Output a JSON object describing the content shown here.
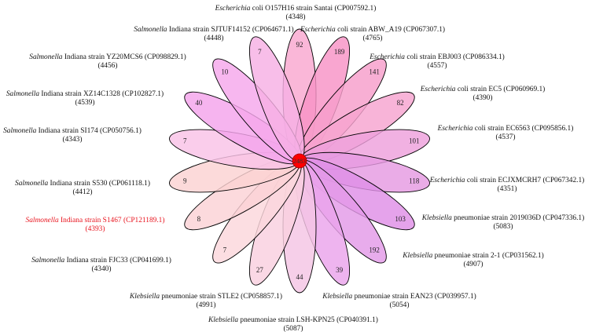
{
  "core": {
    "value": "2483",
    "color": "#ff0000"
  },
  "petals": [
    {
      "genus": "Escherichia",
      "rest": " coli O157H16 strain Santai",
      "accession": "(CP007592.1)",
      "genes": "(4348)",
      "unique": "92",
      "color": "#f9a7cf",
      "highlight": false
    },
    {
      "genus": "Escherichia",
      "rest": " coli strain ABW_A19",
      "accession": "(CP067307.1)",
      "genes": "(4765)",
      "unique": "189",
      "color": "#f892c6",
      "highlight": false
    },
    {
      "genus": "Escherichia",
      "rest": " coli strain EBJ003",
      "accession": "(CP086334.1)",
      "genes": "(4557)",
      "unique": "141",
      "color": "#f79dca",
      "highlight": false
    },
    {
      "genus": "Escherichia",
      "rest": " coli strain EC5",
      "accession": "(CP060969.1)",
      "genes": "(4390)",
      "unique": "82",
      "color": "#f6a4cf",
      "highlight": false
    },
    {
      "genus": "Escherichia",
      "rest": " coli strain EC6563",
      "accession": "(CP095856.1)",
      "genes": "(4537)",
      "unique": "101",
      "color": "#eea0dc",
      "highlight": false
    },
    {
      "genus": "Escherichia",
      "rest": " coli strain ECJXMCRH7",
      "accession": "(CP067342.1)",
      "genes": "(4351)",
      "unique": "118",
      "color": "#e59ae2",
      "highlight": false
    },
    {
      "genus": "Klebsiella",
      "rest": " pneumoniae strain 2019036D",
      "accession": "(CP047336.1)",
      "genes": "(5083)",
      "unique": "103",
      "color": "#df8fe6",
      "highlight": false
    },
    {
      "genus": "Klebsiella",
      "rest": " pneumoniae strain 2-1",
      "accession": "(CP031562.1)",
      "genes": "(4907)",
      "unique": "192",
      "color": "#e39ae8",
      "highlight": false
    },
    {
      "genus": "Klebsiella",
      "rest": " pneumoniae strain EAN23",
      "accession": "(CP039957.1)",
      "genes": "(5054)",
      "unique": "39",
      "color": "#eaa4ec",
      "highlight": false
    },
    {
      "genus": "Klebsiella",
      "rest": " pneumoniae strain LSH-KPN25",
      "accession": "(CP040391.1)",
      "genes": "(5087)",
      "unique": "44",
      "color": "#f4c4e4",
      "highlight": false
    },
    {
      "genus": "Klebsiella",
      "rest": " pneumoniae strain STLE2",
      "accession": "(CP058857.1)",
      "genes": "(4991)",
      "unique": "27",
      "color": "#f9cfdf",
      "highlight": false
    },
    {
      "genus": "Salmonella",
      "rest": " Indiana strain FJC33",
      "accession": "(CP041699.1)",
      "genes": "(4340)",
      "unique": "7",
      "color": "#fbd7dc",
      "highlight": false
    },
    {
      "genus": "Salmonella",
      "rest": " Indiana strain S1467",
      "accession": "(CP121189.1)",
      "genes": "(4393)",
      "unique": "8",
      "color": "#fbd2d6",
      "highlight": true
    },
    {
      "genus": "Salmonella",
      "rest": " Indiana strain S530",
      "accession": "(CP061118.1)",
      "genes": "(4412)",
      "unique": "9",
      "color": "#fbd2d2",
      "highlight": false
    },
    {
      "genus": "Salmonella",
      "rest": " Indiana strain SI174",
      "accession": "(CP050756.1)",
      "genes": "(4343)",
      "unique": "7",
      "color": "#f9c2e6",
      "highlight": false
    },
    {
      "genus": "Salmonella",
      "rest": " Indiana strain XZ14C1328",
      "accession": "(CP102827.1)",
      "genes": "(4539)",
      "unique": "40",
      "color": "#f4a3ec",
      "highlight": false
    },
    {
      "genus": "Salmonella",
      "rest": " Indiana strain YZ20MCS6",
      "accession": "(CP098829.1)",
      "genes": "(4456)",
      "unique": "10",
      "color": "#f5a7ec",
      "highlight": false
    },
    {
      "genus": "Salmonella",
      "rest": " Indiana strain SJTUF14152",
      "accession": "(CP064671.1)",
      "genes": "(4448)",
      "unique": "7",
      "color": "#f7b0e4",
      "highlight": false
    }
  ]
}
